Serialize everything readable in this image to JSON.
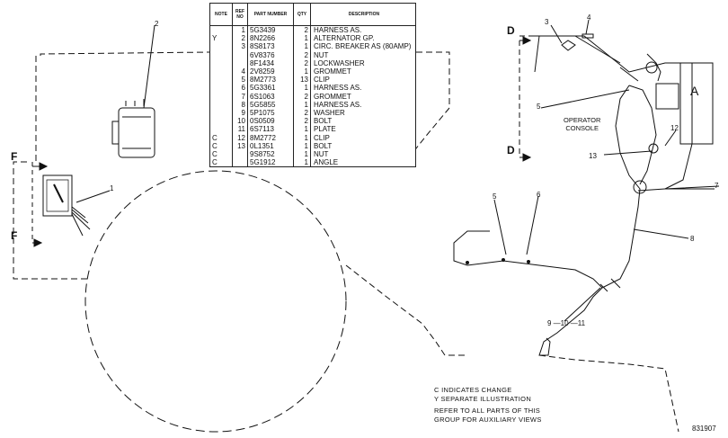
{
  "table": {
    "headers": [
      "NOTE",
      "REF NO",
      "PART NUMBER",
      "QTY",
      "DESCRIPTION"
    ],
    "rows": [
      {
        "note": "",
        "ref": "1",
        "part": "5G3439",
        "qty": "2",
        "desc": "HARNESS AS."
      },
      {
        "note": "Y",
        "ref": "2",
        "part": "8N2266",
        "qty": "1",
        "desc": "ALTERNATOR GP."
      },
      {
        "note": "",
        "ref": "3",
        "part": "8S8173",
        "qty": "1",
        "desc": "CIRC. BREAKER AS (80AMP)"
      },
      {
        "note": "",
        "ref": "",
        "part": "6V8376",
        "qty": "2",
        "desc": "NUT"
      },
      {
        "note": "",
        "ref": "",
        "part": "8F1434",
        "qty": "2",
        "desc": "LOCKWASHER"
      },
      {
        "note": "",
        "ref": "4",
        "part": "2V8259",
        "qty": "1",
        "desc": "GROMMET"
      },
      {
        "note": "",
        "ref": "5",
        "part": "8M2773",
        "qty": "13",
        "desc": "CLIP"
      },
      {
        "note": "",
        "ref": "6",
        "part": "5G3361",
        "qty": "1",
        "desc": "HARNESS AS."
      },
      {
        "note": "",
        "ref": "7",
        "part": "6S1063",
        "qty": "2",
        "desc": "GROMMET"
      },
      {
        "note": "",
        "ref": "8",
        "part": "5G5855",
        "qty": "1",
        "desc": "HARNESS AS."
      },
      {
        "note": "",
        "ref": "9",
        "part": "5P1075",
        "qty": "2",
        "desc": "WASHER"
      },
      {
        "note": "",
        "ref": "10",
        "part": "0S0509",
        "qty": "2",
        "desc": "BOLT"
      },
      {
        "note": "",
        "ref": "11",
        "part": "6S7113",
        "qty": "1",
        "desc": "PLATE"
      },
      {
        "note": "C",
        "ref": "12",
        "part": "8M2772",
        "qty": "1",
        "desc": "CLIP"
      },
      {
        "note": "C",
        "ref": "13",
        "part": "0L1351",
        "qty": "1",
        "desc": "BOLT"
      },
      {
        "note": "C",
        "ref": "",
        "part": "9S8752",
        "qty": "1",
        "desc": "NUT"
      },
      {
        "note": "C",
        "ref": "",
        "part": "5G1912",
        "qty": "1",
        "desc": "ANGLE"
      }
    ]
  },
  "callouts": {
    "c1": "1",
    "c2": "2",
    "c3": "3",
    "c4": "4",
    "c5": "5",
    "c5b": "5",
    "c6": "6",
    "c7": "7",
    "c8": "8",
    "c12": "12",
    "c13": "13",
    "c9_11": "9 —10 —11"
  },
  "view_labels": {
    "f_top": "F",
    "f_bottom": "F",
    "d_top": "D",
    "d_bottom": "D",
    "a": "A",
    "operator_console": "OPERATOR\nCONSOLE"
  },
  "legend": {
    "line1": "C   INDICATES CHANGE",
    "line2": "Y   SEPARATE ILLUSTRATION",
    "line3": "REFER TO ALL PARTS OF THIS",
    "line4": "GROUP FOR AUXILIARY VIEWS"
  },
  "figure_number": "831907"
}
